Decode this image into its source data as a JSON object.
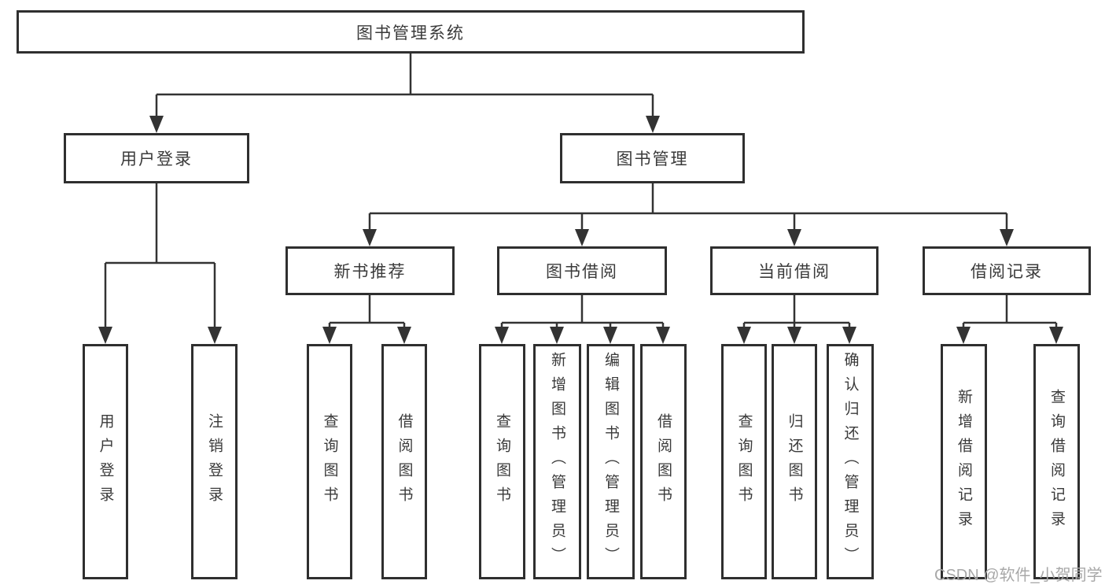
{
  "nodes": {
    "root": "图书管理系统",
    "level2": {
      "user_login": "用户登录",
      "book_mgmt": "图书管理"
    },
    "level3": {
      "new_books": "新书推荐",
      "book_borrow": "图书借阅",
      "current_borrow": "当前借阅",
      "borrow_records": "借阅记录"
    },
    "leaves": {
      "user_login": [
        "用户登录",
        "注销登录"
      ],
      "new_books": [
        "查询图书",
        "借阅图书"
      ],
      "book_borrow": [
        "查询图书",
        "新增图书（管理员）",
        "编辑图书（管理员）",
        "借阅图书"
      ],
      "current_borrow": [
        "查询图书",
        "归还图书",
        "确认归还（管理员）"
      ],
      "borrow_records": [
        "新增借阅记录",
        "查询借阅记录"
      ]
    }
  },
  "watermark": "CSDN @软件_小贺同学",
  "colors": {
    "line": "#333333",
    "box_border": "#2f2f2f",
    "text": "#3a3a3a",
    "watermark": "#a8a8a8",
    "background": "#ffffff"
  }
}
